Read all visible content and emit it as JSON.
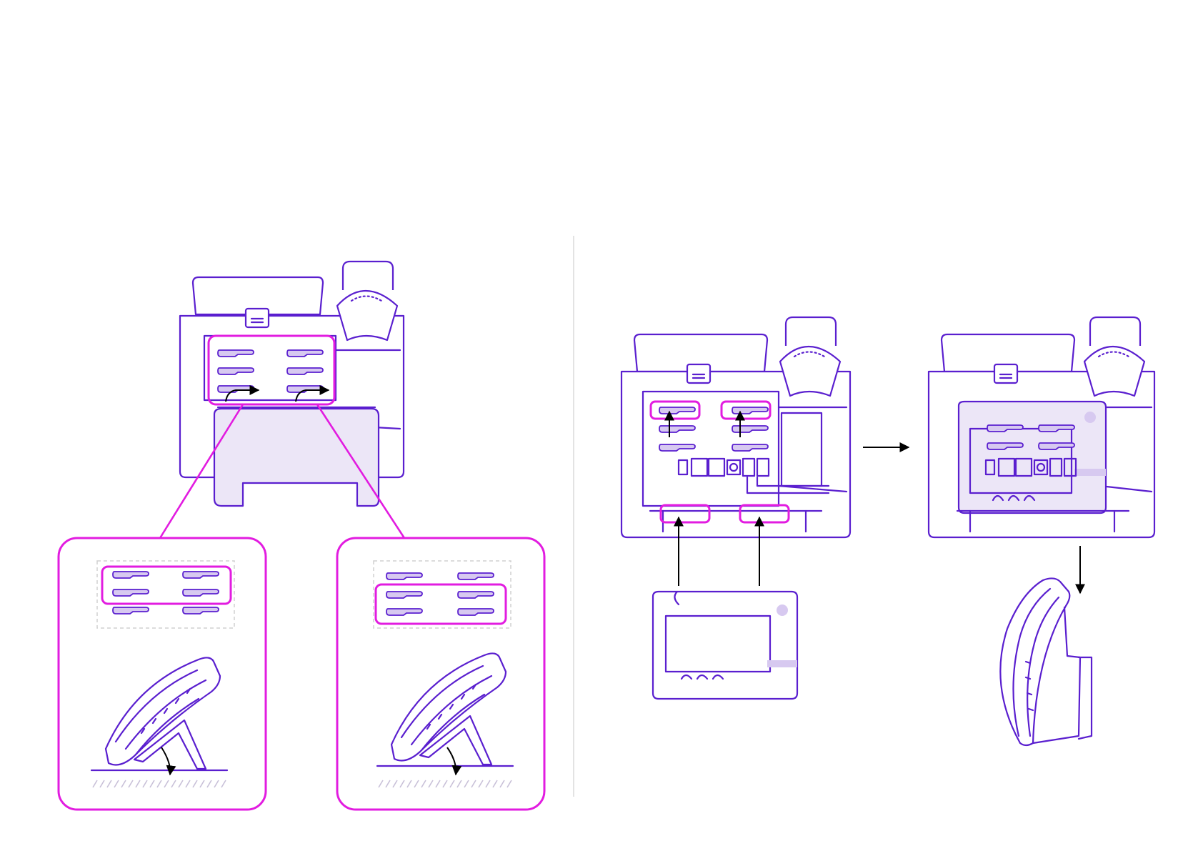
{
  "colors": {
    "outline": "#5a1fcf",
    "highlight": "#e21ce0",
    "tint": "#ece6f7",
    "bar": "#d7c9f0",
    "arrow": "#000000",
    "divider": "#d0d0d0"
  },
  "panels": [
    {
      "id": "desk-mount",
      "name": "desk-stand-instructions"
    },
    {
      "id": "wall-mount",
      "name": "wall-mount-instructions"
    }
  ],
  "icons": [
    "usb-icon",
    "ethernet-port-icon",
    "power-port-icon",
    "handset-jack-icon",
    "screw-hole-icon"
  ]
}
